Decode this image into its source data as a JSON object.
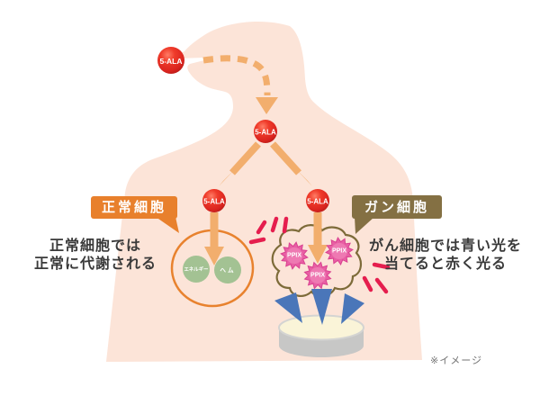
{
  "molecule": {
    "label": "5-ALA"
  },
  "bubbles": {
    "normal": {
      "label": "正常細胞"
    },
    "cancer": {
      "label": "ガン細胞"
    }
  },
  "descriptions": {
    "normal": {
      "line1": "正常細胞では",
      "line2": "正常に代謝される"
    },
    "cancer": {
      "line1": "がん細胞では青い光を",
      "line2": "当てると赤く光る"
    }
  },
  "normal_cell": {
    "metabolites": [
      "エネルギー",
      "ヘム"
    ]
  },
  "cancer_cell": {
    "metabolite": "PPIX"
  },
  "note": "※イメージ",
  "colors": {
    "body_silhouette": "#fce4d8",
    "arrow_orange": "#f2ae6d",
    "molecule_red": "#dd2a22",
    "normal_bubble_orange": "#e8802c",
    "cancer_bubble_olive": "#847043",
    "normal_cell_outline": "#e8822e",
    "metabolite_green": "#a3c293",
    "cancer_cell_outline": "#7d6b39",
    "ppix_pink": "#e85fa4",
    "light_beam_blue": "#4a76b9",
    "glow_dash_red": "#e51e4e",
    "lamp_top_cream": "#faf4d8",
    "lamp_side_gray": "#c7c7c6"
  }
}
